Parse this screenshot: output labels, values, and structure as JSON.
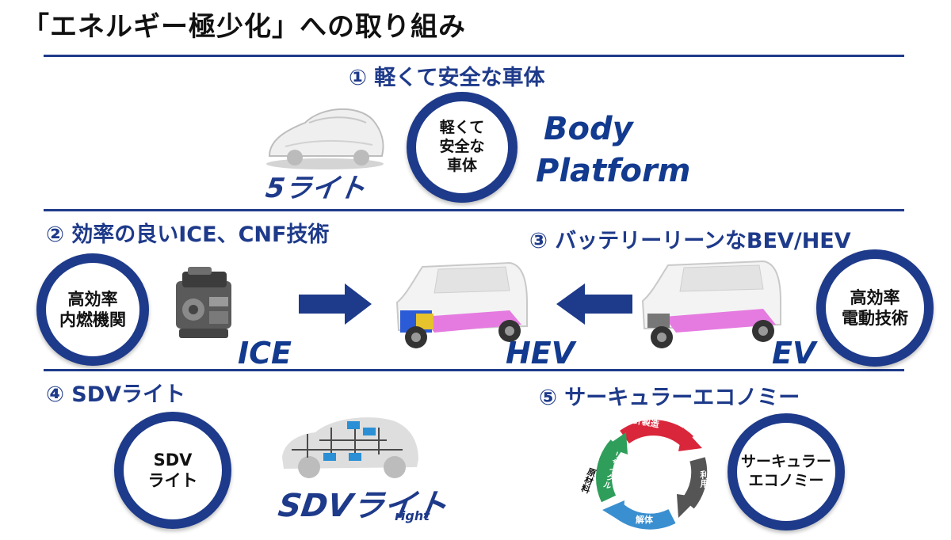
{
  "page": {
    "title": "「エネルギー極少化」への取り組み"
  },
  "section1": {
    "heading": "① 軽くて安全な車体",
    "circle_text": "軽くて\n安全な\n車体",
    "logo_text": "5ライト",
    "body_platform_line1": "Body",
    "body_platform_line2": "Platform"
  },
  "section2": {
    "heading": "② 効率の良いICE、CNF技術",
    "circle_text": "高効率\n内燃機関",
    "label": "ICE"
  },
  "middle": {
    "label": "HEV"
  },
  "section3": {
    "heading": "③ バッテリーリーンなBEV/HEV",
    "circle_text": "高効率\n電動技術",
    "label": "EV"
  },
  "section4": {
    "heading": "④ SDVライト",
    "circle_text": "SDV\nライト",
    "logo_main": "SDVライト",
    "logo_sub": "right"
  },
  "section5": {
    "heading": "⑤ サーキュラーエコノミー",
    "circle_text": "サーキュラー\nエコノミー",
    "cycle": {
      "design": "設計製造",
      "use": "利用",
      "dismantle": "解体",
      "recycle": "リサイクル",
      "raw": "原材料"
    }
  },
  "colors": {
    "accent": "#1e3a8a",
    "red": "#d9263a",
    "green": "#2f9e5a",
    "grey": "#555555",
    "blue": "#3a8fd0"
  }
}
